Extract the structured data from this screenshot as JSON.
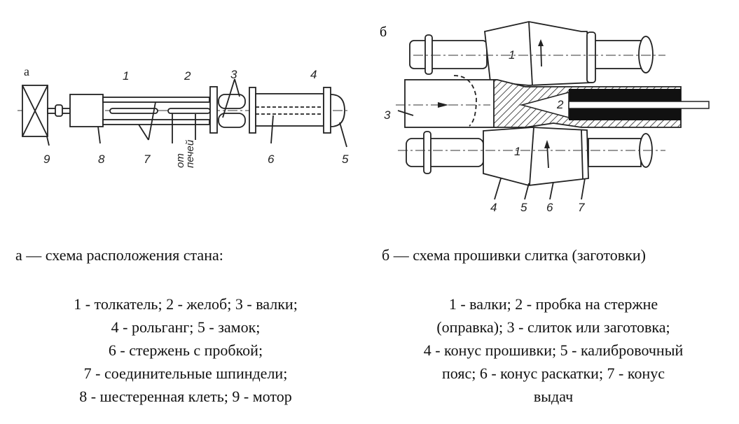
{
  "diagram_a": {
    "letter": "а",
    "labels": {
      "1": "1",
      "2": "2",
      "3": "3",
      "4": "4",
      "5": "5",
      "6": "6",
      "7": "7",
      "8": "8",
      "9": "9"
    },
    "from_furnaces": [
      "от",
      "печей"
    ]
  },
  "diagram_b": {
    "letter": "б",
    "labels": {
      "1": "1",
      "2": "2",
      "3": "3",
      "4": "4",
      "5": "5",
      "6": "6",
      "7": "7"
    }
  },
  "caption_a": {
    "title": "а — схема расположения стана:",
    "lines": [
      "1 - толкатель; 2 - желоб; 3 - валки;",
      "4 - рольганг; 5 - замок;",
      "6 - стержень с пробкой;",
      "7 - соединительные шпиндели;",
      "8 - шестеренная клеть; 9 - мотор"
    ]
  },
  "caption_b": {
    "title": "б — схема прошивки слитка (заготовки)",
    "lines": [
      "1 - валки; 2 - пробка на стержне",
      "(оправка); 3 - слиток или заготовка;",
      "4 - конус прошивки; 5 - калибровочный",
      "пояс; 6 - конус раскатки; 7 - конус",
      "выдач"
    ]
  }
}
